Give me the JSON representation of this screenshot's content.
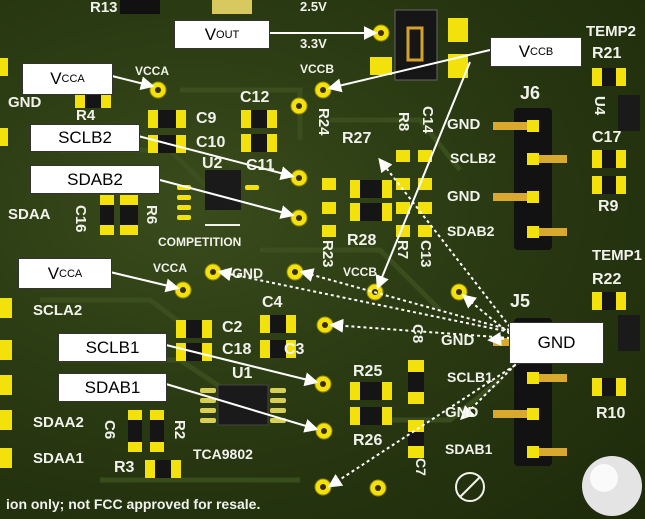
{
  "callouts": {
    "vout": {
      "main": "V",
      "sub": "OUT"
    },
    "vcca_top": {
      "main": "V",
      "sub": "CCA"
    },
    "vccb": {
      "main": "V",
      "sub": "CCB"
    },
    "sclb2": "SCLB2",
    "sdab2": "SDAB2",
    "vcca_mid": {
      "main": "V",
      "sub": "CCA"
    },
    "sclb1": "SCLB1",
    "sdab1": "SDAB1",
    "gnd": "GND"
  },
  "silkscreen": {
    "r13": "R13",
    "v25": "2.5V",
    "v33": "3.3V",
    "temp2": "TEMP2",
    "r21": "R21",
    "vcca_top": "VCCA",
    "vccb_top": "VCCB",
    "r4": "R4",
    "c9": "C9",
    "c10": "C10",
    "c12": "C12",
    "r24": "R24",
    "r27": "R27",
    "r8": "R8",
    "c14": "C14",
    "j6": "J6",
    "u4": "U4",
    "c17": "C17",
    "r9": "R9",
    "u2": "U2",
    "c11": "C11",
    "c16": "C16",
    "r6": "R6",
    "competition": "COMPETITION",
    "r28": "R28",
    "r7": "R7",
    "c13": "C13",
    "r23": "R23",
    "vcca_mid": "VCCA",
    "gnd_mid": "GND",
    "vccb_mid": "VCCB",
    "temp1": "TEMP1",
    "r22": "R22",
    "j5": "J5",
    "c4": "C4",
    "c2": "C2",
    "c18": "C18",
    "c3": "C3",
    "c8": "C8",
    "u1": "U1",
    "r25": "R25",
    "r26": "R26",
    "c6": "C6",
    "r2": "R2",
    "r3": "R3",
    "tca9802": "TCA9802",
    "c7": "C7",
    "r10": "R10",
    "gnd_left": "GND",
    "sdaa": "SDAA",
    "scla2": "SCLA2",
    "sdaa2": "SDAA2",
    "sdaa1": "SDAA1",
    "j6_gnd1": "GND",
    "j6_sclb2": "SCLB2",
    "j6_gnd2": "GND",
    "j6_sdab2": "SDAB2",
    "j5_gnd1": "GND",
    "j5_sclb1": "SCLB1",
    "j5_gnd2": "GND",
    "j5_sdab1": "SDAB1",
    "footer": "ion only; not FCC approved for resale."
  }
}
